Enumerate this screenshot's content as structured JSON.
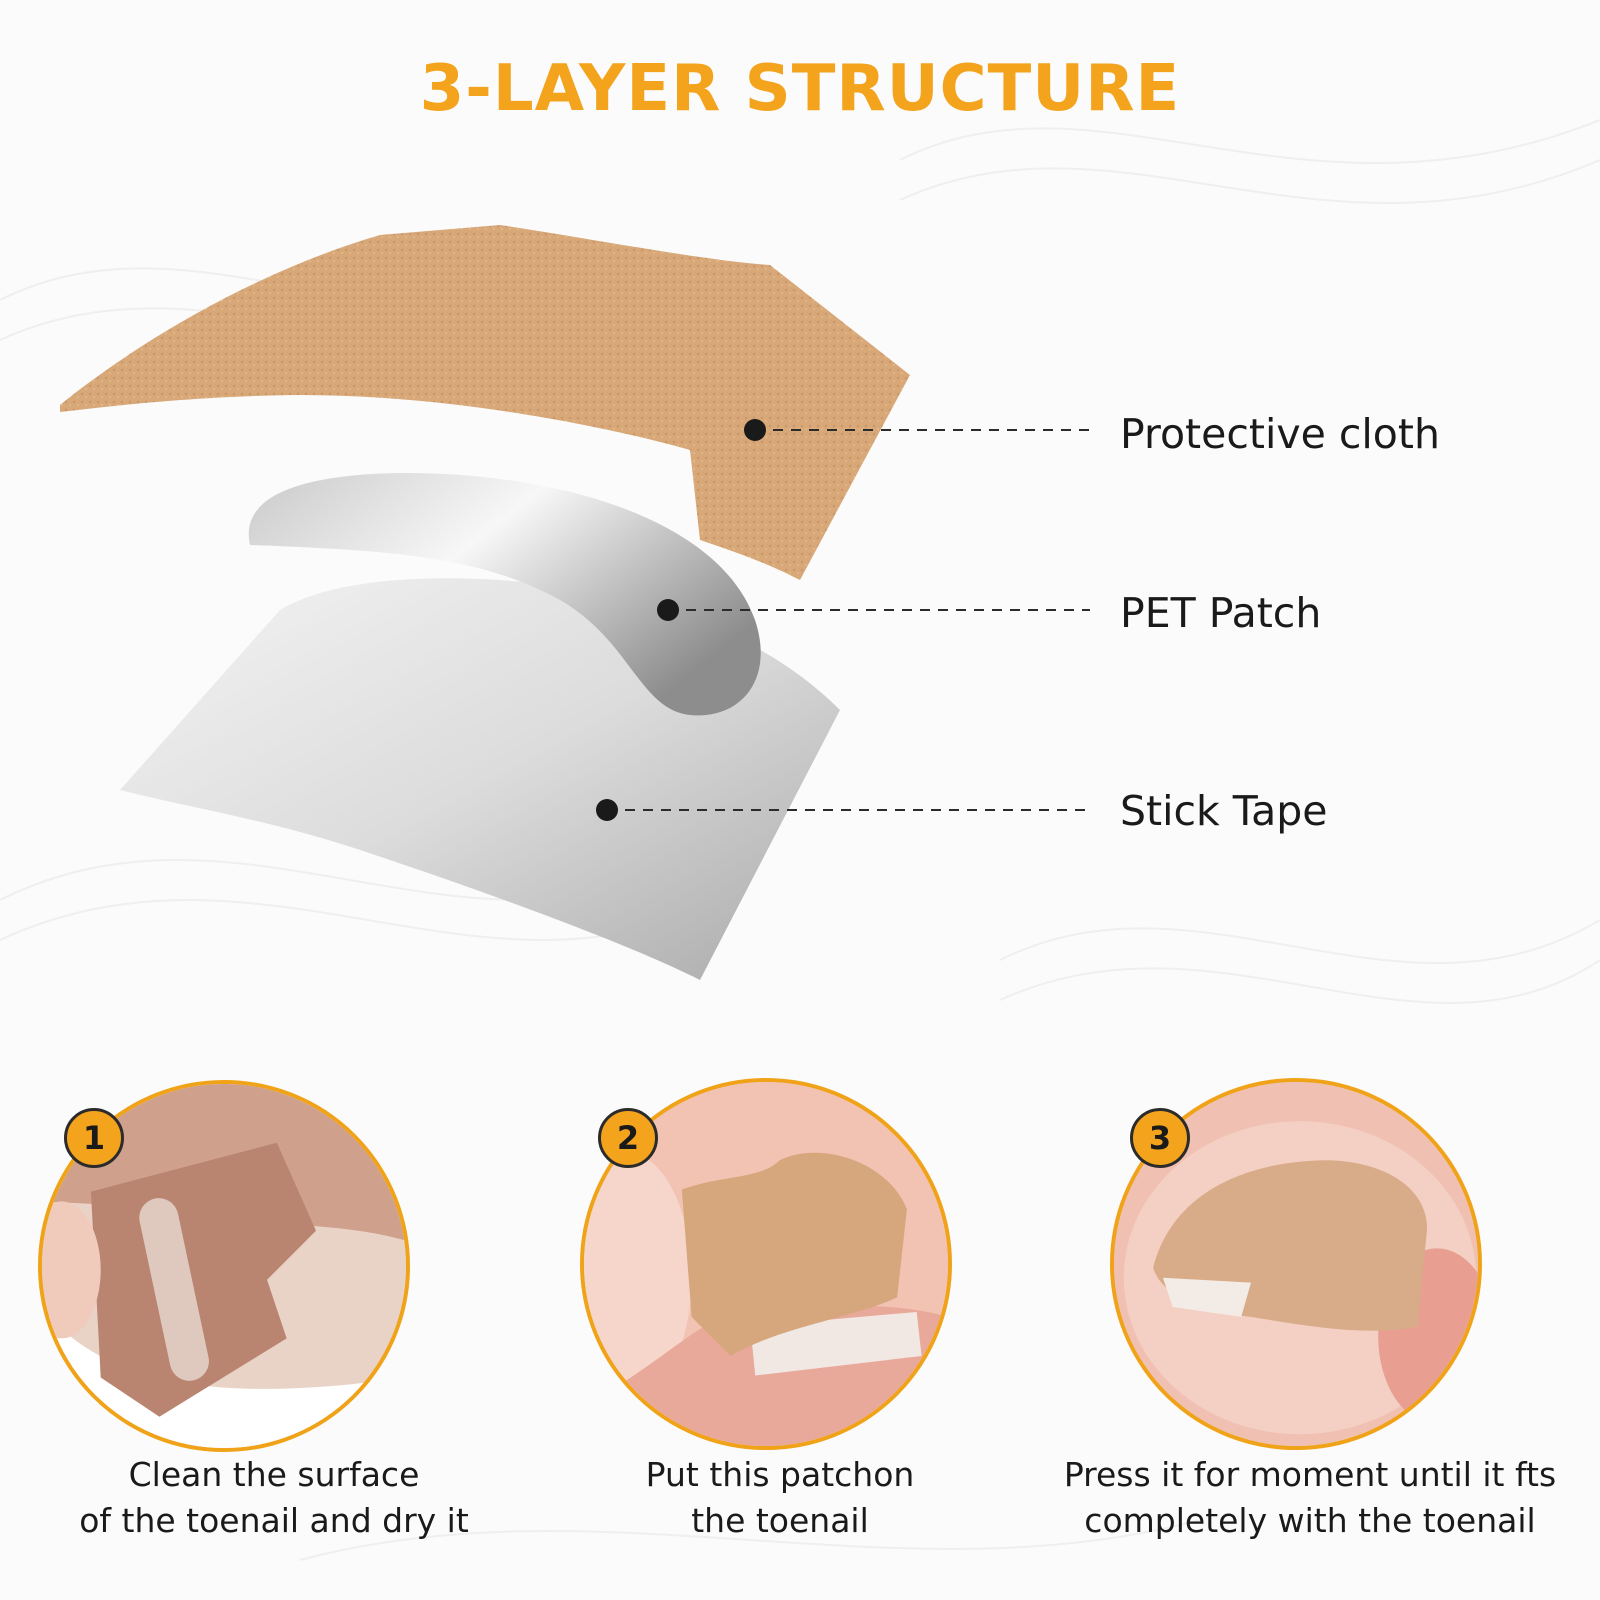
{
  "title": "3-LAYER STRUCTURE",
  "colors": {
    "accent": "#f3a31c",
    "cloth": "#d8a878",
    "text": "#1a1a1a",
    "background": "#fbfbfb"
  },
  "layers": [
    {
      "label": "Protective cloth"
    },
    {
      "label": "PET Patch"
    },
    {
      "label": "Stick Tape"
    }
  ],
  "steps": [
    {
      "number": "1",
      "line1": "Clean the surface",
      "line2": "of the toenail and dry it"
    },
    {
      "number": "2",
      "line1": "Put this patchon",
      "line2": "the toenail"
    },
    {
      "number": "3",
      "line1": "Press it for moment until it fts",
      "line2": "completely with the toenail"
    }
  ]
}
